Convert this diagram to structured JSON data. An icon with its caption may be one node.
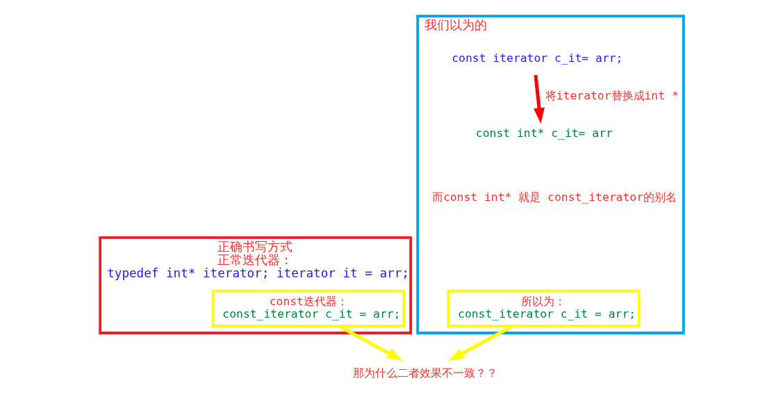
{
  "diagram": {
    "nodes": [
      {
        "text": [
          "正确书写方式",
          "正常迭代器：",
          "typedef int* iterator; iterator it = arr;"
        ]
      },
      {
        "text": [
          "const迭代器：",
          "const_iterator c_it = arr;"
        ],
        "in": 0
      },
      {
        "text": [
          "我们以为的"
        ]
      },
      {
        "text": [
          "const iterator c_it= arr;"
        ],
        "in": 2
      },
      {
        "text": [
          "const int* c_it= arr"
        ],
        "in": 2
      },
      {
        "text": [
          "而const int* 就是 const_iterator的别名"
        ],
        "in": 2
      },
      {
        "text": [
          "所以为：",
          "const_iterator c_it = arr;"
        ],
        "in": 2
      },
      {
        "text": [
          "那为什么二者效果不一致？？"
        ]
      }
    ],
    "edges": [
      {
        "from": 3,
        "to": 4,
        "arrow": "to",
        "label": "将iterator替换成int *",
        "color": "#ff0000"
      },
      {
        "from": 1,
        "to": 7,
        "arrow": "to",
        "color": "#ffff00"
      },
      {
        "from": 6,
        "to": 7,
        "arrow": "to",
        "color": "#ffff00"
      }
    ]
  }
}
